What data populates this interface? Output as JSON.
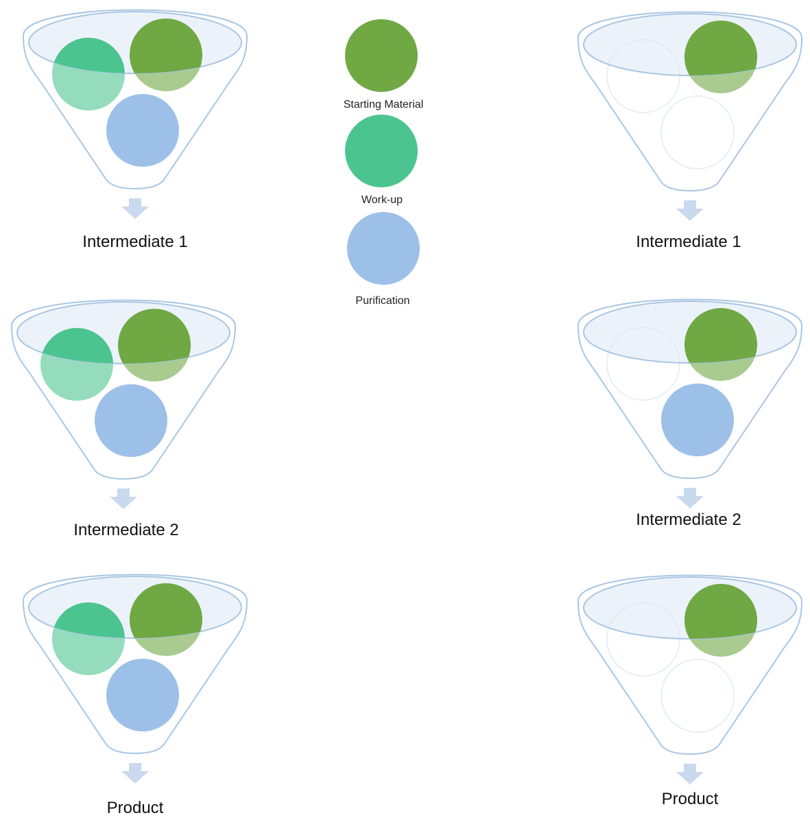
{
  "legend": [
    {
      "key": "starting",
      "label": "Starting Material",
      "color": "#70a844"
    },
    {
      "key": "workup",
      "label": "Work-up",
      "color": "#4cc490"
    },
    {
      "key": "purification",
      "label": "Purification",
      "color": "#9dc0e8"
    }
  ],
  "left_sequence": [
    {
      "label": "Intermediate 1",
      "steps": [
        "starting",
        "workup",
        "purification"
      ]
    },
    {
      "label": "Intermediate 2",
      "steps": [
        "starting",
        "workup",
        "purification"
      ]
    },
    {
      "label": "Product",
      "steps": [
        "starting",
        "workup",
        "purification"
      ]
    }
  ],
  "right_sequence": [
    {
      "label": "Intermediate 1",
      "steps": [
        "starting"
      ]
    },
    {
      "label": "Intermediate 2",
      "steps": [
        "starting",
        "purification"
      ]
    },
    {
      "label": "Product",
      "steps": [
        "starting"
      ]
    }
  ],
  "colors": {
    "funnel_stroke": "#a9c6e3",
    "funnel_fill": "#ffffff",
    "mouth_fill": "#dce8f5",
    "arrow": "#c9d9ee",
    "empty_slot": "#ffffff"
  }
}
